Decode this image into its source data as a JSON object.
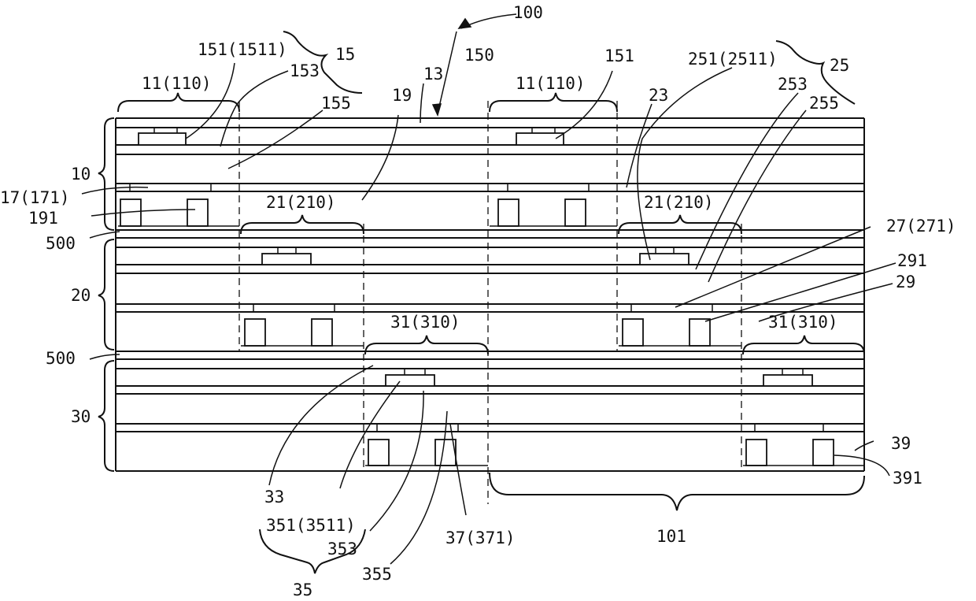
{
  "labels": {
    "l100": "100",
    "l151_1511": "151(1511)",
    "l15": "15",
    "l153": "153",
    "l155": "155",
    "l11_110_a": "11(110)",
    "l13": "13",
    "l150": "150",
    "l19": "19",
    "l11_110_b": "11(110)",
    "l151": "151",
    "l23": "23",
    "l251_2511": "251(2511)",
    "l25": "25",
    "l253": "253",
    "l255": "255",
    "l10": "10",
    "l17_171": "17(171)",
    "l191": "191",
    "l21_210_a": "21(210)",
    "l21_210_b": "21(210)",
    "l27_271": "27(271)",
    "l500_a": "500",
    "l291": "291",
    "l20": "20",
    "l29": "29",
    "l31_310_a": "31(310)",
    "l31_310_b": "31(310)",
    "l500_b": "500",
    "l30": "30",
    "l39": "39",
    "l391": "391",
    "l33": "33",
    "l351_3511": "351(3511)",
    "l353": "353",
    "l37_371": "37(371)",
    "l101": "101",
    "l355": "355",
    "l35": "35"
  }
}
